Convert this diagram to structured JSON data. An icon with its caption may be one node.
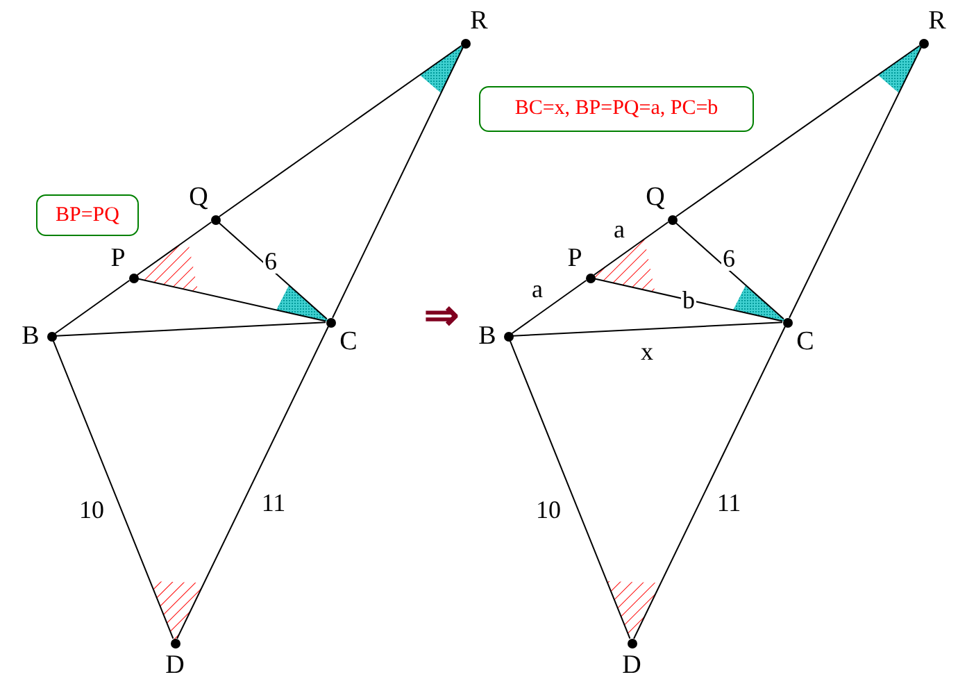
{
  "diagram": {
    "nodes": [
      {
        "text": [
          "R"
        ]
      },
      {
        "text": [
          "Q"
        ]
      },
      {
        "text": [
          "P"
        ]
      },
      {
        "text": [
          "B"
        ]
      },
      {
        "text": [
          "C"
        ]
      },
      {
        "text": [
          "D"
        ]
      },
      {
        "text": [
          "BP=PQ"
        ]
      },
      {
        "text": [
          "BC=x, BP=PQ=a, PC=b"
        ]
      },
      {
        "text": [
          "R"
        ]
      },
      {
        "text": [
          "Q"
        ]
      },
      {
        "text": [
          "P"
        ]
      },
      {
        "text": [
          "B"
        ]
      },
      {
        "text": [
          "C"
        ]
      },
      {
        "text": [
          "D"
        ]
      }
    ],
    "edges": [
      {
        "from": 3,
        "to": 2,
        "arrow": "none"
      },
      {
        "from": 2,
        "to": 1,
        "arrow": "none"
      },
      {
        "from": 1,
        "to": 0,
        "arrow": "none"
      },
      {
        "from": 1,
        "to": 4,
        "arrow": "none",
        "label": "6"
      },
      {
        "from": 2,
        "to": 4,
        "arrow": "none"
      },
      {
        "from": 3,
        "to": 4,
        "arrow": "none"
      },
      {
        "from": 0,
        "to": 4,
        "arrow": "none"
      },
      {
        "from": 4,
        "to": 5,
        "arrow": "none",
        "label": "11"
      },
      {
        "from": 3,
        "to": 5,
        "arrow": "none",
        "label": "10"
      },
      {
        "from": 11,
        "to": 10,
        "arrow": "none",
        "label": "a"
      },
      {
        "from": 10,
        "to": 9,
        "arrow": "none",
        "label": "a"
      },
      {
        "from": 9,
        "to": 8,
        "arrow": "none"
      },
      {
        "from": 9,
        "to": 12,
        "arrow": "none",
        "label": "6"
      },
      {
        "from": 10,
        "to": 12,
        "arrow": "none",
        "label": "b"
      },
      {
        "from": 11,
        "to": 12,
        "arrow": "none",
        "label": "x"
      },
      {
        "from": 8,
        "to": 12,
        "arrow": "none"
      },
      {
        "from": 12,
        "to": 13,
        "arrow": "none",
        "label": "11"
      },
      {
        "from": 11,
        "to": 13,
        "arrow": "none",
        "label": "10"
      }
    ],
    "labels": [
      "⇒"
    ]
  }
}
